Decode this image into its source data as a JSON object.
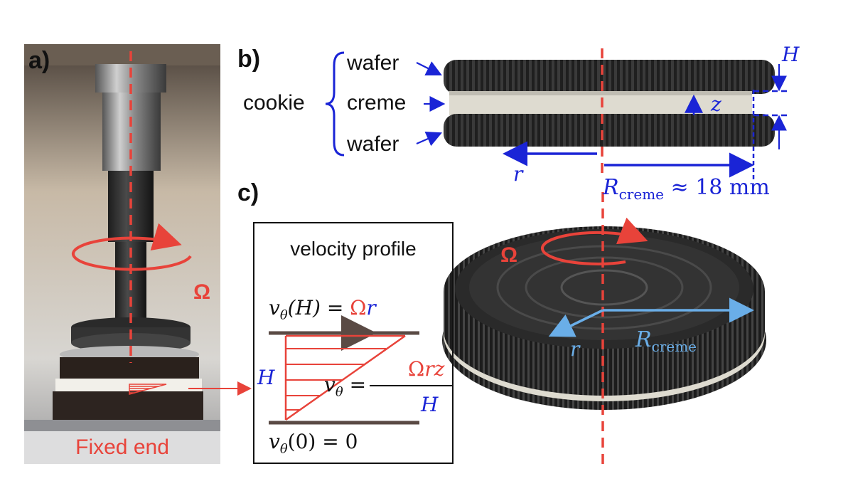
{
  "panels": {
    "a": "a)",
    "b": "b)",
    "c": "c)"
  },
  "panel_a": {
    "fixed_end": "Fixed end",
    "omega": "Ω"
  },
  "panel_b": {
    "cookie": "cookie",
    "wafer_top": "wafer",
    "creme": "creme",
    "wafer_bottom": "wafer",
    "H": "H",
    "z": "z",
    "r": "r",
    "R_base": "R",
    "R_sub": "creme",
    "R_value": " ≈ 18 mm"
  },
  "panel_c": {
    "title": "velocity profile",
    "top_eq_left": "v",
    "top_eq_sub": "θ",
    "top_eq_mid": "(H) = ",
    "top_eq_omega": "Ω",
    "top_eq_r": "r",
    "H": "H",
    "mid_eq_left": "v",
    "mid_eq_sub": "θ",
    "mid_eq_eq": " = ",
    "frac_num_omega": "Ω",
    "frac_num_rz": "rz",
    "frac_den": "H",
    "bot_eq_left": "v",
    "bot_eq_sub": "θ",
    "bot_eq_rest": "(0) = 0",
    "omega": "Ω",
    "r": "r",
    "R_base": "R",
    "R_sub": "creme"
  },
  "colors": {
    "red": "#e8433a",
    "blue": "#1a24d6",
    "light_blue": "#6aaee8",
    "cookie": "#222222",
    "creme": "#dedbd0",
    "plate": "#5a4a44"
  }
}
